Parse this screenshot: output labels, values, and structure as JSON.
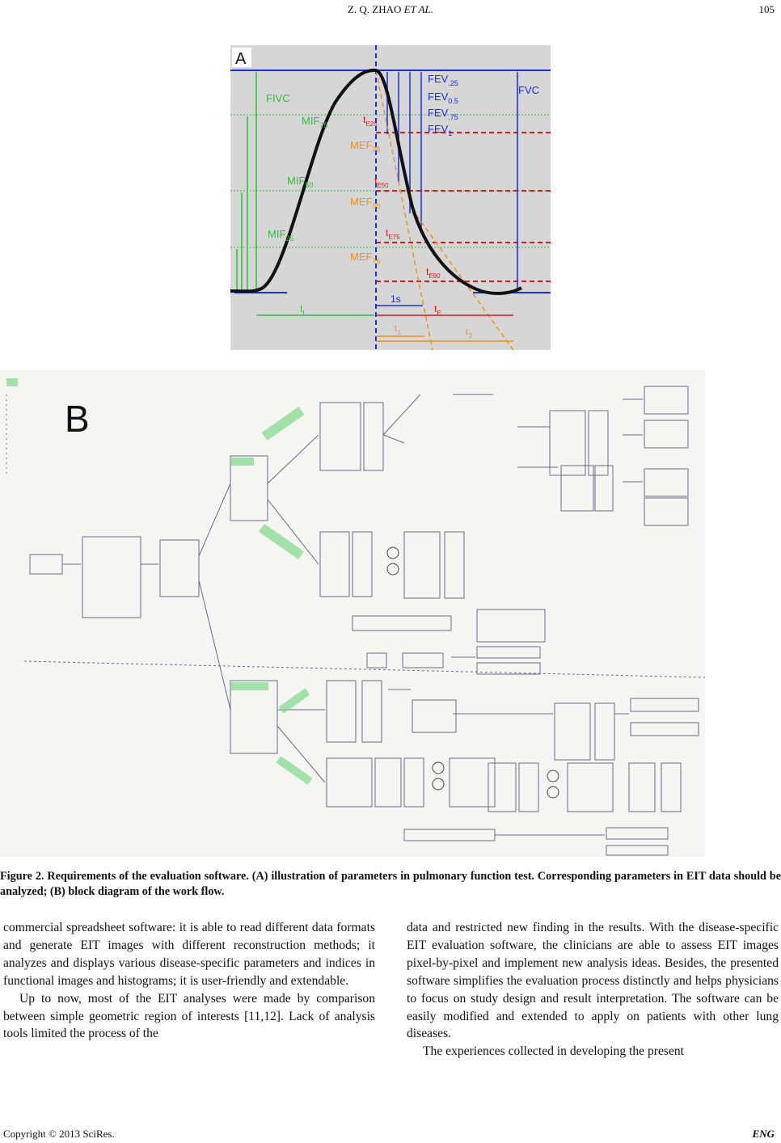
{
  "header": {
    "authors_pre": "Z. Q. ZHAO",
    "authors_etal": "ET AL.",
    "page_number": "105"
  },
  "figure_a": {
    "panel_label": "A",
    "labels": {
      "fivc": "FIVC",
      "fvc": "FVC",
      "fev25_main": "FEV",
      "fev25_sub": ".25",
      "fev05_main": "FEV",
      "fev05_sub": "0.5",
      "fev75_main": "FEV",
      "fev75_sub": ".75",
      "fev1_main": "FEV",
      "fev1_sub": "1",
      "mif75_main": "MIF",
      "mif75_sub": "75",
      "mif50_main": "MIF",
      "mif50_sub": "50",
      "mif25_main": "MIF",
      "mif25_sub": "25",
      "mef25_main": "MEF",
      "mef25_sub": "25",
      "mef50_main": "MEF",
      "mef50_sub": "50",
      "mef75_main": "MEF",
      "mef75_sub": "75",
      "te25_main": "t",
      "te25_sub": "E25",
      "te50_main": "t",
      "te50_sub": "E50",
      "te75_main": "t",
      "te75_sub": "E75",
      "te90_main": "t",
      "te90_sub": "E90",
      "ti_main": "t",
      "ti_sub": "I",
      "te_main": "t",
      "te_sub": "E",
      "one_s": "1s",
      "tau1_main": "τ",
      "tau1_sub": "1",
      "tau2_main": "τ",
      "tau2_sub": "2"
    },
    "colors": {
      "curve": "#111111",
      "blue": "#1a2ee0",
      "green": "#2fbf3a",
      "red": "#e01a1a",
      "orange": "#f0901a"
    }
  },
  "figure_b": {
    "panel_label": "B"
  },
  "caption": {
    "title": "Figure 2. Requirements of the evaluation software. (A) illustration of parameters in pulmonary function test. Corresponding parameters in EIT data should be analyzed; (B) block diagram of the work flow."
  },
  "body": {
    "left_p1": "commercial spreadsheet software: it is able to read different data formats and generate EIT images with different reconstruction methods; it analyzes and displays various disease-specific parameters and indices in functional images and histograms; it is user-friendly and extendable.",
    "left_p2": "Up to now, most of the EIT analyses were made by comparison between simple geometric region of interests [11,12]. Lack of analysis tools limited the process of the",
    "right_p1": "data and restricted new finding in the results. With the disease-specific EIT evaluation software, the clinicians are able to assess EIT images pixel-by-pixel and implement new analysis ideas. Besides, the presented software simplifies the evaluation process distinctly and helps physicians to focus on study design and result interpretation. The software can be easily modified and extended to apply on patients with other lung diseases.",
    "right_p2": "The experiences collected in developing the present"
  },
  "footer": {
    "copyright": "Copyright © 2013 SciRes.",
    "journal": "ENG"
  }
}
